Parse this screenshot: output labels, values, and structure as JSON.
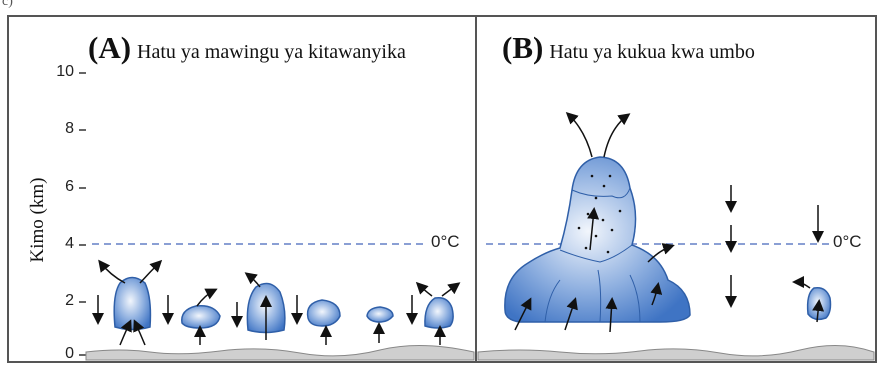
{
  "corner_text": "c)",
  "y_axis": {
    "title": "Kimo (km)",
    "ticks": [
      "0",
      "2",
      "4",
      "6",
      "8",
      "10"
    ]
  },
  "panels": [
    {
      "letter": "(A)",
      "title": "Hatu ya mawingu ya kitawanyika",
      "freezing_label": "0°C"
    },
    {
      "letter": "(B)",
      "title": "Hatu ya kukua kwa umbo",
      "freezing_label": "0°C"
    }
  ],
  "colors": {
    "cloud": "#3f78c6",
    "cloud_light": "#dbe7f7",
    "freezing_line": "#8a9fd4",
    "frame": "#555555"
  }
}
